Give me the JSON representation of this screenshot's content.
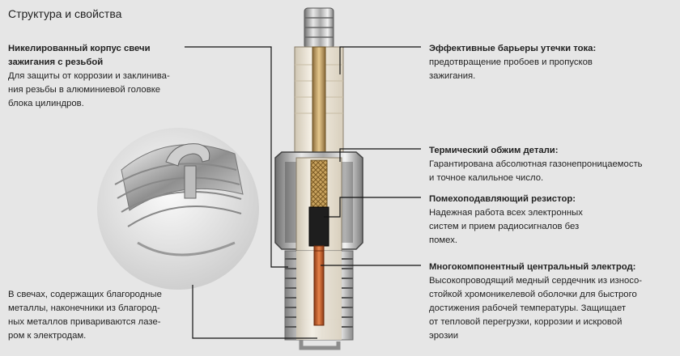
{
  "title": "Структура и свойства",
  "left_top": {
    "head": [
      "Никелированный корпус свечи",
      "зажигания с резьбой"
    ],
    "body": [
      "Для защиты от коррозии и заклинива-",
      "ния резьбы в алюминиевой головке",
      "блока цилиндров."
    ]
  },
  "left_bottom": {
    "body": [
      "В свечах, содержащих благородные",
      "металлы, наконечники из благород-",
      "ных металлов привариваются лазе-",
      "ром к электродам."
    ]
  },
  "right": [
    {
      "head": "Эффективные барьеры утечки тока:",
      "body": [
        "предотвращение пробоев и пропусков",
        "зажигания."
      ]
    },
    {
      "head": "Термический обжим детали:",
      "body": [
        "Гарантирована абсолютная газонепроницаемость",
        "и точное калильное число."
      ]
    },
    {
      "head": "Помехоподавляющий резистор:",
      "body": [
        "Надежная работа всех электронных",
        "систем и прием радиосигналов без",
        "помех."
      ]
    },
    {
      "head": "Многокомпонентный центральный электрод:",
      "body": [
        "Высокопроводящий медный сердечник из износо-",
        "стойкой хромоникелевой оболочки для быстрого",
        "достижения рабочей температуры. Защищает",
        "от тепловой перегрузки, коррозии и искровой",
        "эрозии"
      ]
    }
  ],
  "colors": {
    "background": "#e6e6e6",
    "leader": "#111111",
    "ceramic": "#ede6d8",
    "copper": "#c86a3a"
  }
}
